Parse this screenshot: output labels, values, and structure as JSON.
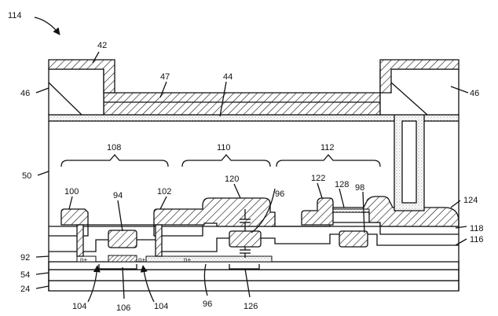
{
  "figure_ref": "114",
  "labels": {
    "l42": "42",
    "l47": "47",
    "l44": "44",
    "l46a": "46",
    "l46b": "46",
    "l50": "50",
    "l108": "108",
    "l110": "110",
    "l112": "112",
    "l100": "100",
    "l94": "94",
    "l102": "102",
    "l120": "120",
    "l96a": "96",
    "l122": "122",
    "l128": "128",
    "l98": "98",
    "l124": "124",
    "l118": "118",
    "l116": "116",
    "l92": "92",
    "l54": "54",
    "l24": "24",
    "l104a": "104",
    "l106": "106",
    "l104b": "104",
    "l96b": "96",
    "l126": "126",
    "nplus_a": "n+",
    "nplus_b": "n+",
    "nplus_c": "n+"
  },
  "colors": {
    "line": "#111111",
    "hatch": "#111111",
    "dots": "#888888",
    "background": "#ffffff"
  }
}
